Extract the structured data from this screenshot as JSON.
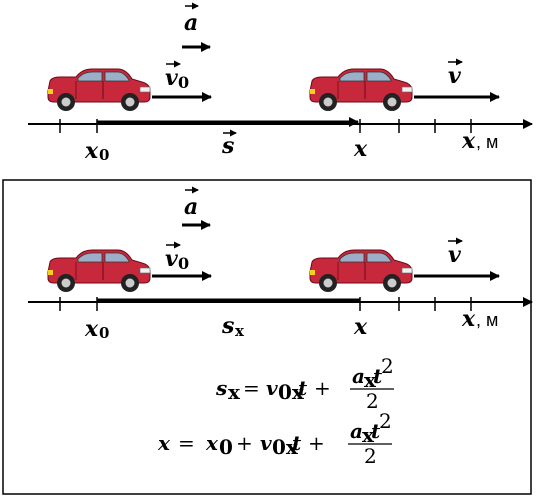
{
  "diagram_top": {
    "acceleration_label": "a",
    "initial_velocity_label": "v",
    "initial_velocity_subscript": "0",
    "final_velocity_label": "v",
    "displacement_label": "s",
    "x0_label": "x",
    "x0_subscript": "0",
    "x_label": "x",
    "axis_label": "x",
    "axis_unit": ", м"
  },
  "diagram_bottom": {
    "acceleration_label": "a",
    "initial_velocity_label": "v",
    "initial_velocity_subscript": "0",
    "final_velocity_label": "v",
    "displacement_label": "s",
    "displacement_subscript": "x",
    "x0_label": "x",
    "x0_subscript": "0",
    "x_label": "x",
    "axis_label": "x",
    "axis_unit": ", м"
  },
  "formulas": {
    "f1_lhs": "s",
    "f1_lhs_sub": "x",
    "f1_eq": "=",
    "f1_v": "v",
    "f1_v_sub": "0x",
    "f1_t": "t",
    "f1_plus": "+",
    "f1_num_a": "a",
    "f1_num_a_sub": "x",
    "f1_num_t": "t",
    "f1_num_exp": "2",
    "f1_den": "2",
    "f2_lhs": "x",
    "f2_eq": "=",
    "f2_x0": "x",
    "f2_x0_sub": "0",
    "f2_plus1": "+",
    "f2_v": "v",
    "f2_v_sub": "0x",
    "f2_t": "t",
    "f2_plus2": "+",
    "f2_num_a": "a",
    "f2_num_a_sub": "x",
    "f2_num_t": "t",
    "f2_num_exp": "2",
    "f2_den": "2"
  },
  "colors": {
    "car_body": "#c8283c",
    "car_dark": "#8c1020",
    "window": "#9bb0c8",
    "tire": "#222222",
    "ink": "#000000"
  }
}
